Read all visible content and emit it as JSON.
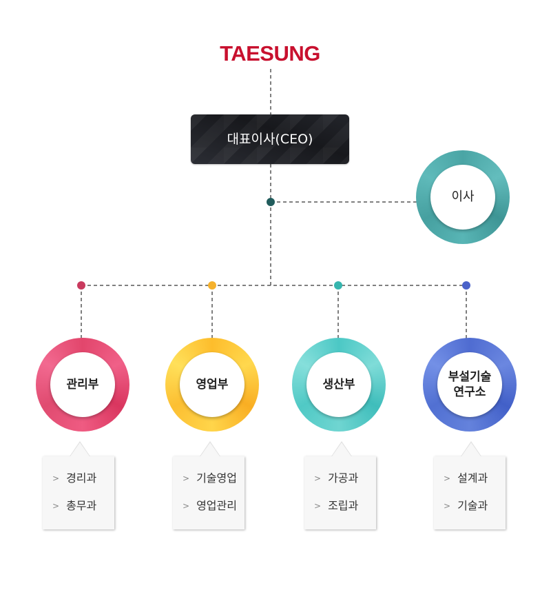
{
  "logo": {
    "text": "TAESUNG",
    "color": "#c8102e"
  },
  "ceo": {
    "label": "대표이사(CEO)"
  },
  "director": {
    "label": "이사",
    "color": "#4aa5a5"
  },
  "departments": [
    {
      "label": "관리부",
      "color": "#e2466c",
      "subs": [
        "경리과",
        "총무과"
      ]
    },
    {
      "label": "영업부",
      "color": "#fdbd2c",
      "subs": [
        "기술영업",
        "영업관리"
      ]
    },
    {
      "label": "생산부",
      "color": "#4cc8c5",
      "subs": [
        "가공과",
        "조립과"
      ]
    },
    {
      "label": "부설기술\n연구소",
      "color": "#4f6cd1",
      "subs": [
        "설계과",
        "기술과"
      ]
    }
  ],
  "junction_colors": {
    "director": "#215c5c",
    "manage": "#c93a5e",
    "sales": "#f5b12c",
    "production": "#36b5ae",
    "research": "#4a62c9"
  },
  "line_color": "#555555",
  "chevron": ">"
}
